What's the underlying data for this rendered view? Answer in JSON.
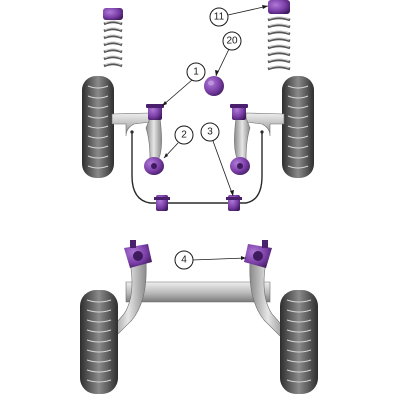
{
  "colors": {
    "bush_purple": "#7a3ea6",
    "bush_purple_dark": "#4a1f6e",
    "bush_purple_light": "#a46bd0",
    "metal_light": "#dcdcdc",
    "metal_mid": "#a9a9a9",
    "metal_dark": "#6f6f6f",
    "tyre_dark": "#3a3a3a",
    "tyre_light": "#9a9a9a"
  },
  "callouts": [
    {
      "id": "callout-11",
      "label": "11"
    },
    {
      "id": "callout-20",
      "label": "20"
    },
    {
      "id": "callout-1",
      "label": "1"
    },
    {
      "id": "callout-2",
      "label": "2"
    },
    {
      "id": "callout-3",
      "label": "3"
    },
    {
      "id": "callout-4",
      "label": "4"
    }
  ]
}
